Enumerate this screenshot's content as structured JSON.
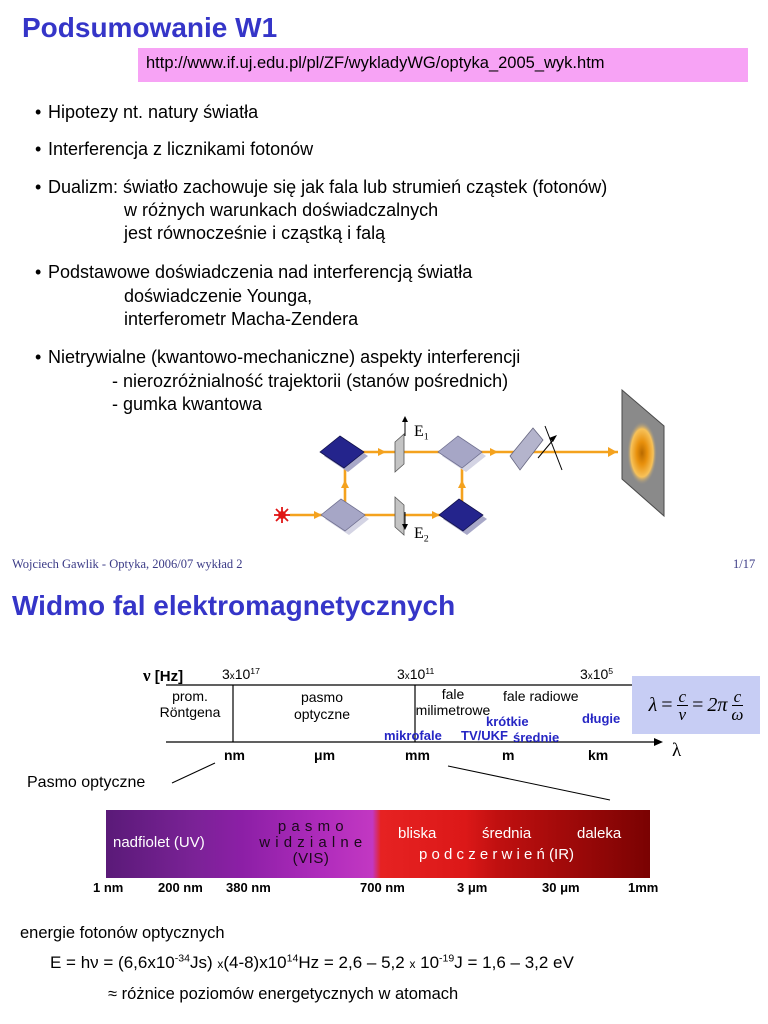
{
  "slide1": {
    "title": "Podsumowanie W1",
    "url": "http://www.if.uj.edu.pl/pl/ZF/wykladyWG/optyka_2005_wyk.htm",
    "bullet_char": "•",
    "bullets": [
      {
        "text": "Hipotezy nt. natury światła"
      },
      {
        "text": "Interferencja z licznikami fotonów"
      },
      {
        "text": "Dualizm: światło zachowuje się jak fala lub strumień cząstek (fotonów)",
        "sub": [
          "w różnych warunkach doświadczalnych",
          "jest równocześnie i cząstką i falą"
        ]
      },
      {
        "text": "Podstawowe doświadczenia nad interferencją światła",
        "sub": [
          "doświadczenie Younga,",
          "interferometr Macha-Zendera"
        ]
      },
      {
        "text": "Nietrywialne (kwantowo-mechaniczne) aspekty interferencji",
        "sub": [
          "- nierozróżnialność trajektorii (stanów pośrednich)",
          "- gumka kwantowa"
        ]
      }
    ],
    "diagram": {
      "e_label": "E",
      "e1_sub": "1",
      "e2_sub": "2"
    }
  },
  "footer": {
    "author": "Wojciech Gawlik - Optyka, 2006/07  wykład 2",
    "page": "1/17"
  },
  "slide2": {
    "title": "Widmo fal elektromagnetycznych",
    "axis": {
      "nu_label": "ν",
      "nu_unit": "[Hz]",
      "lambda_label": "λ"
    },
    "frequencies": [
      {
        "mant": "3",
        "times": "x",
        "base": "10",
        "exp": "17"
      },
      {
        "mant": "3",
        "times": "x",
        "base": "10",
        "exp": "11"
      },
      {
        "mant": "3",
        "times": "x",
        "base": "10",
        "exp": "5"
      }
    ],
    "regions": {
      "prom_l1": "prom.",
      "prom_l2": "Röntgena",
      "pasmo_l1": "pasmo",
      "pasmo_l2": "optyczne",
      "fale_l1": "fale",
      "fale_l2": "milimetrowe",
      "radio": "fale radiowe",
      "krotkie": "krótkie",
      "dlugie": "długie",
      "mikrofale": "mikrofale",
      "tv": "TV/UKF",
      "srednie": "średnie"
    },
    "wavelength_units": [
      "nm",
      "μm",
      "mm",
      "m",
      "km"
    ],
    "formula": {
      "lambda": "λ",
      "eq1": "=",
      "c1": "c",
      "nu": "ν",
      "eq2": "=",
      "two_pi": "2π",
      "c2": "c",
      "omega": "ω"
    },
    "optical_band_label": "Pasmo optyczne",
    "band": {
      "uv": "nadfiolet (UV)",
      "vis_l1": "p a s m o",
      "vis_l2": "w i d z i a l n e",
      "vis_l3": "(VIS)",
      "ir_near": "bliska",
      "ir_mid": "średnia",
      "ir_far": "daleka",
      "ir_label": "p o d c z e r w i e ń (IR)"
    },
    "band_ticks": [
      "1 nm",
      "200 nm",
      "380 nm",
      "700 nm",
      "3 μm",
      "30 μm",
      "1mm"
    ],
    "energy": {
      "heading": "energie fotonów optycznych",
      "p1": "E = hν = (6,6x10",
      "e1": "-34",
      "p2": "Js) ",
      "x1": "x",
      "p3": "(4-8)x10",
      "e2": "14",
      "p4": "Hz = 2,6 ",
      "d1": "–",
      "p5": " 5,2 ",
      "x2": "x",
      "p6": " 10",
      "e3": "-19",
      "p7": "J = 1,6 ",
      "d2": "–",
      "p8": " 3,2 eV",
      "approx": "≈",
      "levels": "różnice poziomów energetycznych w atomach"
    }
  }
}
